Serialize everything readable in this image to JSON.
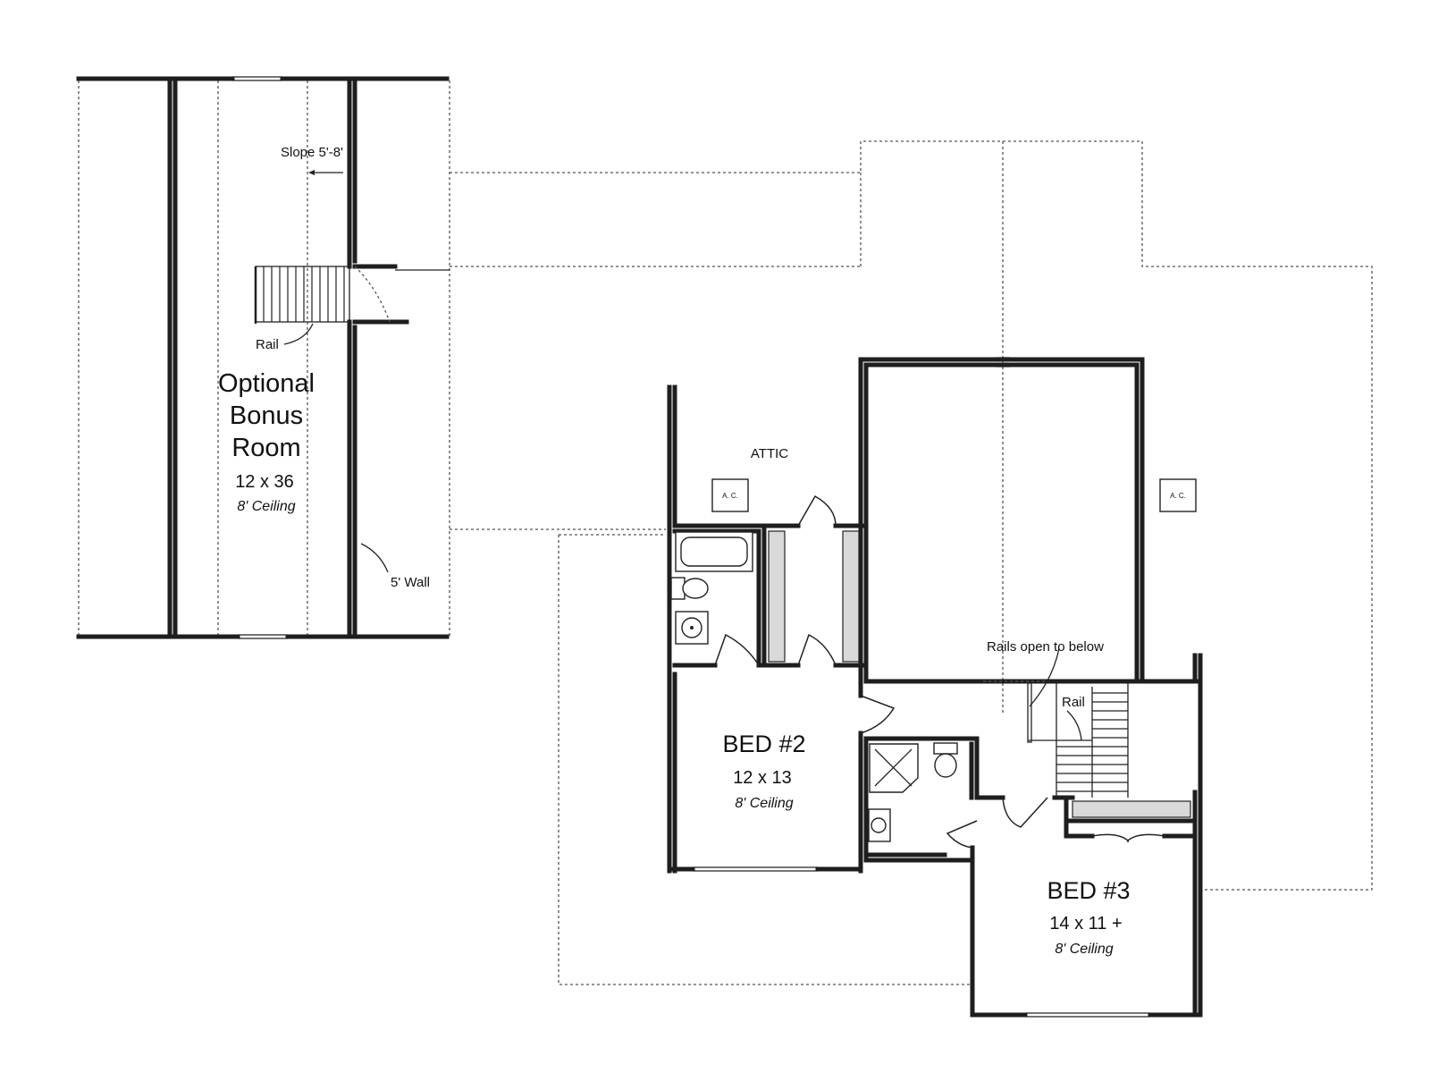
{
  "diagram": {
    "type": "floor-plan",
    "rooms": {
      "bonus": {
        "name_line1": "Optional",
        "name_line2": "Bonus",
        "name_line3": "Room",
        "dims": "12 x 36",
        "ceiling": "8' Ceiling"
      },
      "bed2": {
        "name": "BED #2",
        "dims": "12 x 13",
        "ceiling": "8' Ceiling"
      },
      "bed3": {
        "name": "BED #3",
        "dims": "14 x 11 +",
        "ceiling": "8' Ceiling"
      },
      "attic": {
        "name": "ATTIC"
      }
    },
    "notes": {
      "slope": "Slope 5'-8'",
      "rail_upper": "Rail",
      "five_wall": "5' Wall",
      "rails_open": "Rails open to below",
      "rail_lower": "Rail"
    },
    "ac_units": [
      "A. C.",
      "A. C."
    ],
    "colors": {
      "wall": "#1e1e1e",
      "dashed_roofline": "#555555",
      "hatch": "#d9d9d9",
      "background": "#ffffff"
    }
  }
}
